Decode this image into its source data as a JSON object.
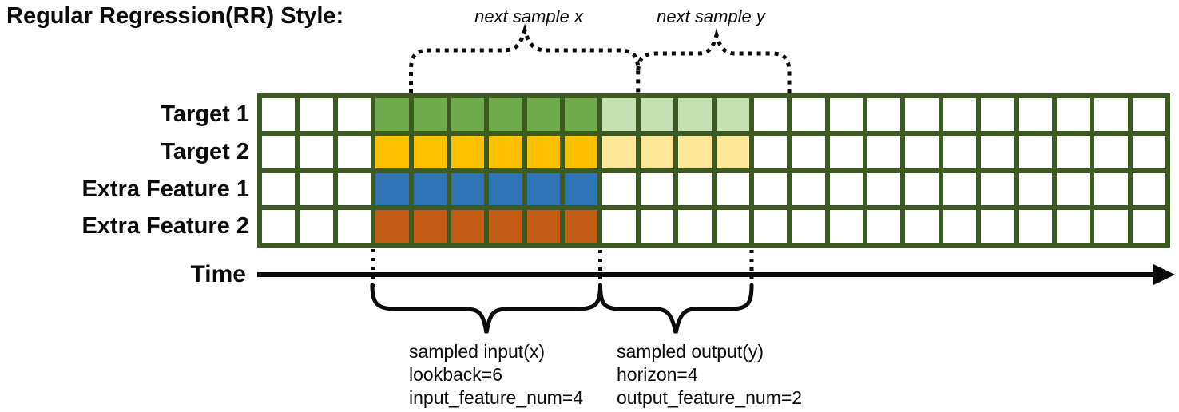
{
  "title": "Regular Regression(RR) Style:",
  "annotations": {
    "next_sample_x": "next sample x",
    "next_sample_y": "next sample y",
    "time_label": "Time",
    "input_note_lines": [
      "sampled input(x)",
      "lookback=6",
      "input_feature_num=4"
    ],
    "output_note_lines": [
      "sampled output(y)",
      "horizon=4",
      "output_feature_num=2"
    ]
  },
  "colors": {
    "grid_border": "#3e5a23",
    "cell_empty": "#ffffff",
    "target1_input": "#6faa4c",
    "target1_output": "#c6e0b4",
    "target2_input": "#ffc000",
    "target2_output": "#ffe699",
    "extra1_input": "#2e74b6",
    "extra2_input": "#c45a14",
    "stroke": "#0b0b0b"
  },
  "grid": {
    "columns": 24,
    "rows": [
      {
        "label": "Target 1",
        "segments": [
          {
            "start": 3,
            "count": 6,
            "colorKey": "target1_input"
          },
          {
            "start": 9,
            "count": 4,
            "colorKey": "target1_output"
          }
        ]
      },
      {
        "label": "Target 2",
        "segments": [
          {
            "start": 3,
            "count": 6,
            "colorKey": "target2_input"
          },
          {
            "start": 9,
            "count": 4,
            "colorKey": "target2_output"
          }
        ]
      },
      {
        "label": "Extra Feature 1",
        "segments": [
          {
            "start": 3,
            "count": 6,
            "colorKey": "extra1_input"
          }
        ]
      },
      {
        "label": "Extra Feature 2",
        "segments": [
          {
            "start": 3,
            "count": 6,
            "colorKey": "extra2_input"
          }
        ]
      }
    ]
  },
  "sample_windows": {
    "lookback": 6,
    "horizon": 4,
    "input_feature_num": 4,
    "output_feature_num": 2
  }
}
